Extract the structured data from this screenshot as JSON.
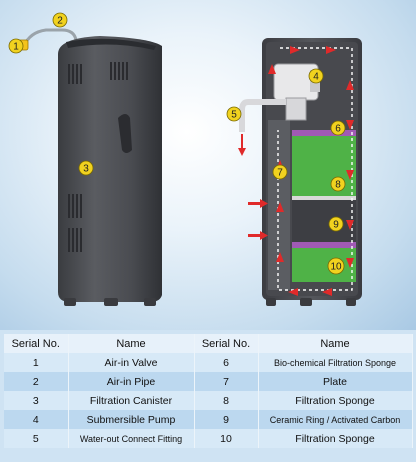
{
  "callouts": [
    {
      "num": "1",
      "name": "Air-in Valve"
    },
    {
      "num": "2",
      "name": "Air-in Pipe"
    },
    {
      "num": "3",
      "name": "Filtration Canister"
    },
    {
      "num": "4",
      "name": "Submersible Pump"
    },
    {
      "num": "5",
      "name": "Water-out Connect Fitting"
    },
    {
      "num": "6",
      "name": "Bio-chemical Filtration Sponge"
    },
    {
      "num": "7",
      "name": "Plate"
    },
    {
      "num": "8",
      "name": "Filtration Sponge"
    },
    {
      "num": "9",
      "name": "Ceramic Ring / Activated Carbon"
    },
    {
      "num": "10",
      "name": "Filtration Sponge"
    }
  ],
  "table": {
    "headers": [
      "Serial No.",
      "Name",
      "Serial No.",
      "Name"
    ],
    "rows": [
      [
        "1",
        "Air-in Valve",
        "6",
        "Bio-chemical Filtration Sponge"
      ],
      [
        "2",
        "Air-in Pipe",
        "7",
        "Plate"
      ],
      [
        "3",
        "Filtration Canister",
        "8",
        "Filtration Sponge"
      ],
      [
        "4",
        "Submersible Pump",
        "9",
        "Ceramic Ring / Activated Carbon"
      ],
      [
        "5",
        "Water-out Connect Fitting",
        "10",
        "Filtration Sponge"
      ]
    ]
  },
  "colors": {
    "canister": "#4b4d52",
    "sponge_green": "#4fb247",
    "bio_purple": "#a05ab4",
    "flow_arrow": "#e02a2a",
    "callout_yellow": "#f1d21f"
  }
}
